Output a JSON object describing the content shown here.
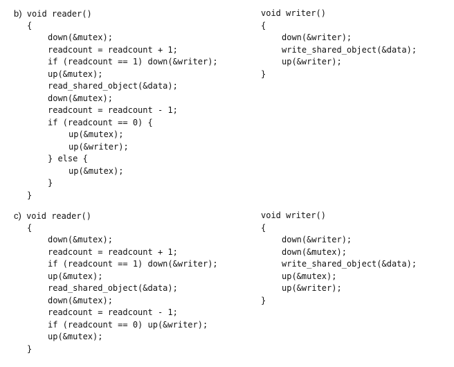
{
  "section_b": {
    "label": "b)",
    "reader": {
      "signature": "void reader()",
      "lines": [
        "{",
        "down(&mutex);",
        "readcount = readcount + 1;",
        "if (readcount == 1) down(&writer);",
        "up(&mutex);",
        "read_shared_object(&data);",
        "down(&mutex);",
        "readcount = readcount - 1;",
        "if (readcount == 0) {",
        "up(&mutex);",
        "up(&writer);",
        "} else {",
        "up(&mutex);",
        "}",
        "}"
      ]
    },
    "writer": {
      "signature": "void writer()",
      "lines": [
        "{",
        "down(&writer);",
        "write_shared_object(&data);",
        "up(&writer);",
        "}"
      ]
    }
  },
  "section_c": {
    "label": "c)",
    "reader": {
      "signature": "void reader()",
      "lines": [
        "{",
        "down(&mutex);",
        "readcount = readcount + 1;",
        "if (readcount == 1) down(&writer);",
        "up(&mutex);",
        "read_shared_object(&data);",
        "down(&mutex);",
        "readcount = readcount - 1;",
        "if (readcount == 0) up(&writer);",
        "up(&mutex);",
        "}"
      ]
    },
    "writer": {
      "signature": "void writer()",
      "lines": [
        "{",
        "down(&writer);",
        "down(&mutex);",
        "write_shared_object(&data);",
        "up(&mutex);",
        "up(&writer);",
        "}"
      ]
    }
  }
}
